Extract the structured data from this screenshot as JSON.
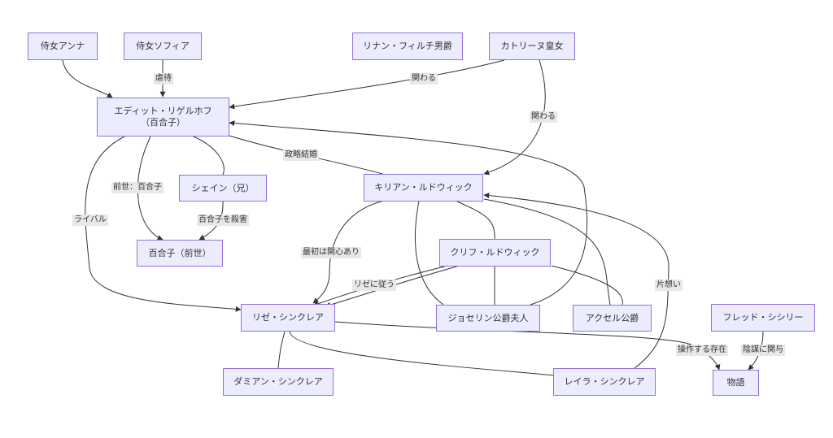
{
  "nodes": {
    "maid_anna": "侍女アンナ",
    "maid_sofia": "侍女ソフィア",
    "rinan": "リナン・フィルチ男爵",
    "katrina": "カトリーヌ皇女",
    "edit": "エディット・リゲルホフ\n（百合子）",
    "shane": "シェイン（兄）",
    "kirian": "キリアン・ルドウィック",
    "yuriko_past": "百合子（前世）",
    "cliff": "クリフ・ルドウィック",
    "lize": "リゼ・シンクレア",
    "jocelyn": "ジョセリン公爵夫人",
    "axel": "アクセル公爵",
    "fred": "フレッド・シシリー",
    "damian": "ダミアン・シンクレア",
    "leila": "レイラ・シンクレア",
    "story": "物語"
  },
  "edge_labels": {
    "abuse": "虐待",
    "involved1": "関わる",
    "involved2": "関わる",
    "political_marriage": "政略結婚",
    "past_life": "前世：百合子",
    "rival": "ライバル",
    "kills_yuriko": "百合子を殺害",
    "indifferent": "最初は関心あり",
    "follows_lize": "リゼに従う",
    "unrequited": "片想い",
    "manipulated": "操作する存在",
    "conspiracy": "陰謀に関与"
  }
}
